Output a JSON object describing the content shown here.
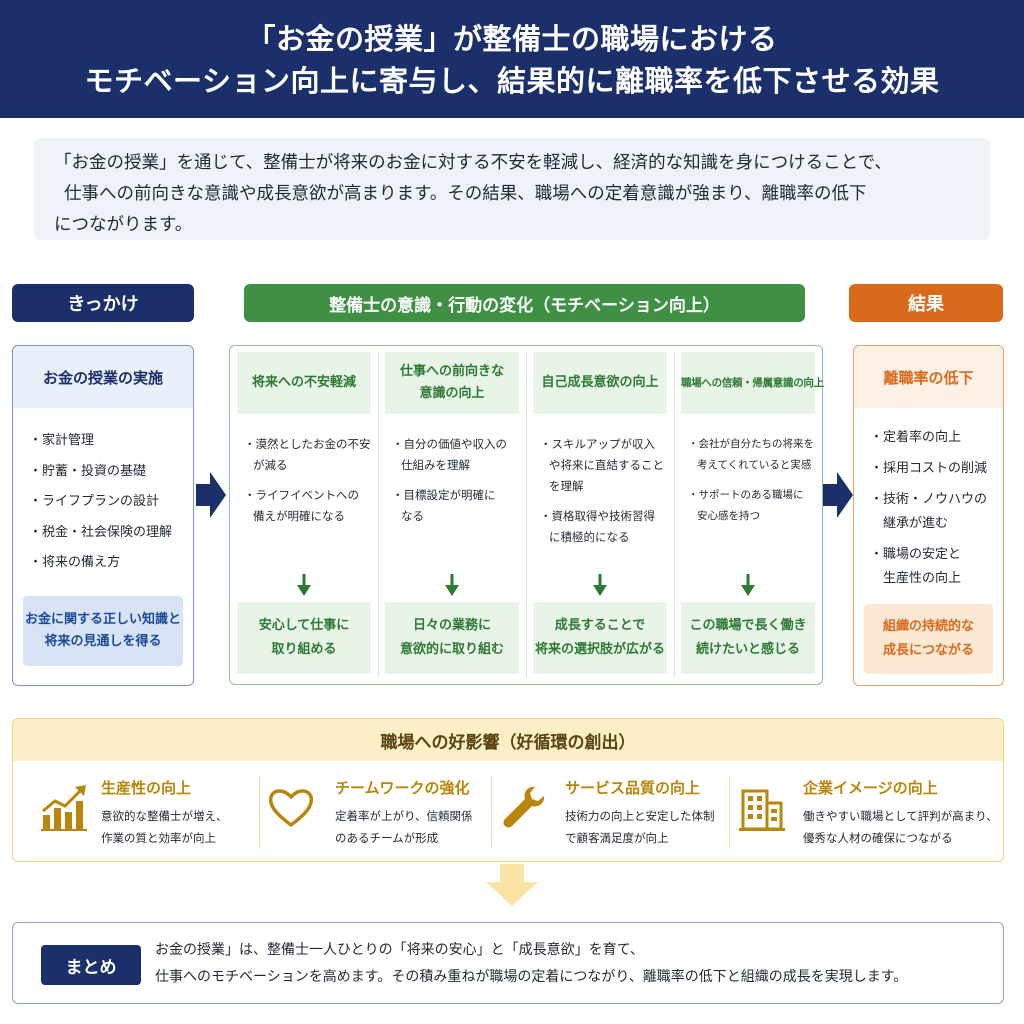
{
  "header": {
    "title_line1": "「お金の授業」が整備士の職場における",
    "title_line2": "モチベーション向上に寄与し、結果的に離職率を低下させる効果"
  },
  "intro": {
    "lines": [
      "「お金の授業」を通じて、整備士が将来のお金に対する不安を軽減し、経済的な知識を身につけることで、",
      "仕事への前向きな意識や成長意欲が高まります。その結果、職場への定着意識が強まり、離職率の低下",
      "につながります。"
    ]
  },
  "categories": {
    "trigger": "きっかけ",
    "change": "整備士の意識・行動の変化（モチベーション向上）",
    "result": "結果"
  },
  "trigger": {
    "title": "お金の授業の実施",
    "items": [
      "・家計管理",
      "・貯蓄・投資の基礎",
      "・ライフプランの設計",
      "・税金・社会保険の理解",
      "・将来の備え方"
    ],
    "outcome_line1": "お金に関する正しい知識と",
    "outcome_line2": "将来の見通しを得る"
  },
  "changes": [
    {
      "title_line1": "将来への不安軽減",
      "title_line2": "",
      "items": [
        [
          "・漠然としたお金の不安",
          "が減る"
        ],
        [
          "・ライフイベントへの",
          "備えが明確になる"
        ]
      ],
      "result_line1": "安心して仕事に",
      "result_line2": "取り組める"
    },
    {
      "title_line1": "仕事への前向きな",
      "title_line2": "意識の向上",
      "items": [
        [
          "・自分の価値や収入の",
          "仕組みを理解"
        ],
        [
          "・目標設定が明確に",
          "なる"
        ]
      ],
      "result_line1": "日々の業務に",
      "result_line2": "意欲的に取り組む"
    },
    {
      "title_line1": "自己成長意欲の向上",
      "title_line2": "",
      "items": [
        [
          "・スキルアップが収入",
          "や将来に直結すること",
          "を理解"
        ],
        [
          "・資格取得や技術習得",
          "に積極的になる"
        ]
      ],
      "result_line1": "成長することで",
      "result_line2": "将来の選択肢が広がる"
    },
    {
      "title_line1": "職場への信頼・帰属意識の向上",
      "title_line2": "",
      "items": [
        [
          "・会社が自分たちの将来を",
          "考えてくれていると実感"
        ],
        [
          "・サポートのある職場に",
          "安心感を持つ"
        ]
      ],
      "result_line1": "この職場で長く働き",
      "result_line2": "続けたいと感じる"
    }
  ],
  "result": {
    "title": "離職率の低下",
    "items": [
      [
        "・定着率の向上"
      ],
      [
        "・採用コストの削減"
      ],
      [
        "・技術・ノウハウの",
        "　継承が進む"
      ],
      [
        "・職場の安定と",
        "　生産性の向上"
      ]
    ],
    "outcome_line1": "組織の持続的な",
    "outcome_line2": "成長につながる"
  },
  "impact": {
    "title": "職場への好影響（好循環の創出）",
    "cards": [
      {
        "icon": "growth-chart-icon",
        "title": "生産性の向上",
        "desc_line1": "意欲的な整備士が増え、",
        "desc_line2": "作業の質と効率が向上"
      },
      {
        "icon": "heart-icon",
        "title": "チームワークの強化",
        "desc_line1": "定着率が上がり、信頼関係",
        "desc_line2": "のあるチームが形成"
      },
      {
        "icon": "wrench-icon",
        "title": "サービス品質の向上",
        "desc_line1": "技術力の向上と安定した体制",
        "desc_line2": "で顧客満足度が向上"
      },
      {
        "icon": "building-icon",
        "title": "企業イメージの向上",
        "desc_line1": "働きやすい職場として評判が高まり、",
        "desc_line2": "優秀な人材の確保につながる"
      }
    ]
  },
  "summary": {
    "badge": "まとめ",
    "line1": "お金の授業」は、整備士一人ひとりの「将来の安心」と「成長意欲」を育て、",
    "line2": "仕事へのモチベーションを高めます。その積み重ねが職場の定着につながり、離職率の低下と組織の成長を実現します。"
  },
  "colors": {
    "navy": "#1b2f6b",
    "green": "#3f8f45",
    "orange": "#d96a1c",
    "gold": "#b8860b"
  }
}
